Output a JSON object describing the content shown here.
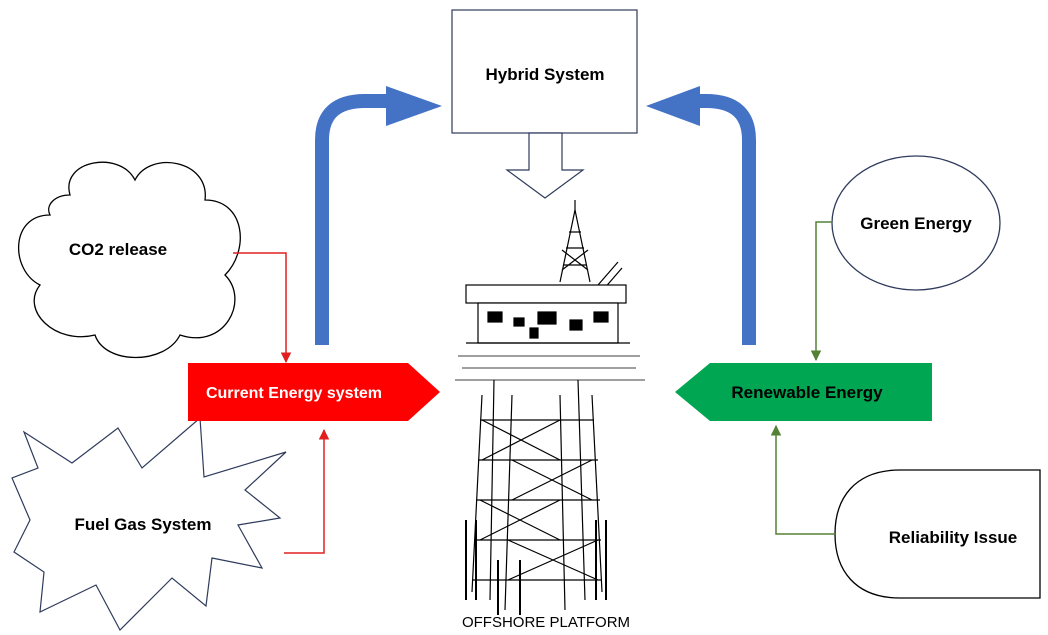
{
  "nodes": {
    "hybrid": "Hybrid System",
    "co2": "CO2 release",
    "fuel_gas": "Fuel Gas System",
    "current": "Current Energy system",
    "renewable": "Renewable Energy",
    "green": "Green Energy",
    "reliability": "Reliability Issue"
  },
  "caption": "OFFSHORE PLATFORM",
  "colors": {
    "current_fill": "#ff0000",
    "renewable_fill": "#00a651",
    "blue_arrow": "#4472c4",
    "red_connector": "#e02020",
    "green_connector": "#548235",
    "outline": "#2f3b5c"
  },
  "icons": {
    "platform": "offshore-platform-sketch"
  }
}
